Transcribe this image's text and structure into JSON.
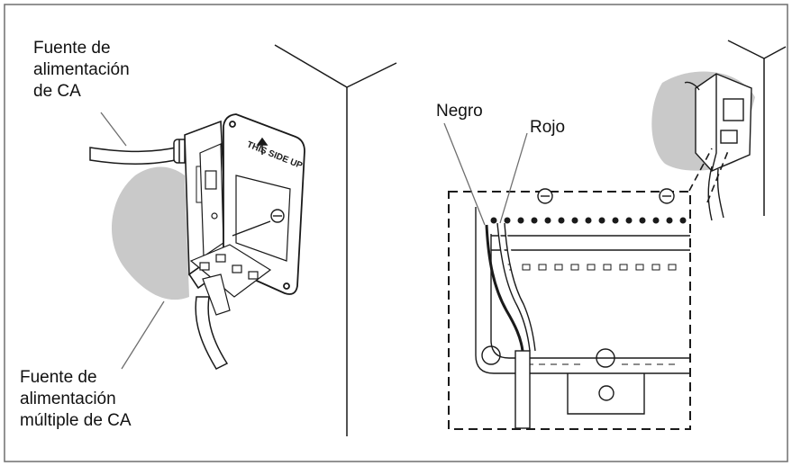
{
  "colors": {
    "line": "#1a1a1a",
    "shadow": "#c9c9c9",
    "border": "#6e6e6e",
    "background": "#ffffff"
  },
  "labels": {
    "ac_supply": [
      "Fuente de",
      "alimentación",
      "de CA"
    ],
    "multi_ac_supply": [
      "Fuente de",
      "alimentación",
      "múltiple de CA"
    ],
    "black_wire": "Negro",
    "red_wire": "Rojo"
  },
  "device": {
    "cover_text": "THIS SIDE UP"
  }
}
